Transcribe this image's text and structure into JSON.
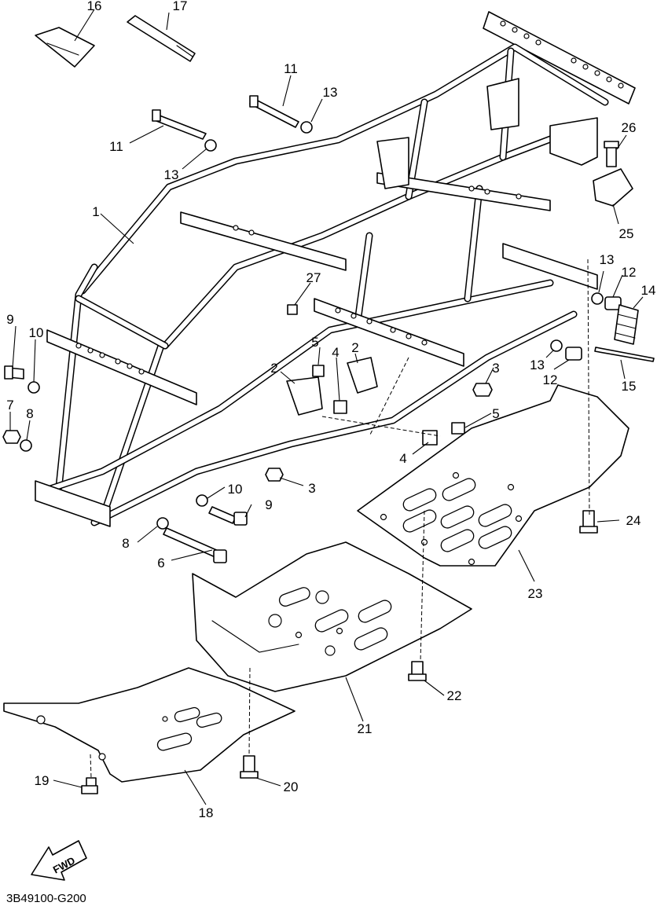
{
  "diagram": {
    "catalog_code": "3B49100-G200",
    "fwd_label": "FWD",
    "callouts": {
      "c1": "1",
      "c2a": "2",
      "c2b": "2",
      "c3a": "3",
      "c3b": "3",
      "c4a": "4",
      "c4b": "4",
      "c5a": "5",
      "c5b": "5",
      "c6": "6",
      "c7": "7",
      "c8a": "8",
      "c8b": "8",
      "c9a": "9",
      "c9b": "9",
      "c10a": "10",
      "c10b": "10",
      "c11a": "11",
      "c11b": "11",
      "c12a": "12",
      "c12b": "12",
      "c13a": "13",
      "c13b": "13",
      "c13c": "13",
      "c13d": "13",
      "c14": "14",
      "c15": "15",
      "c16": "16",
      "c17": "17",
      "c18": "18",
      "c19": "19",
      "c20": "20",
      "c21": "21",
      "c22": "22",
      "c23": "23",
      "c24": "24",
      "c25": "25",
      "c26": "26",
      "c27": "27"
    }
  }
}
